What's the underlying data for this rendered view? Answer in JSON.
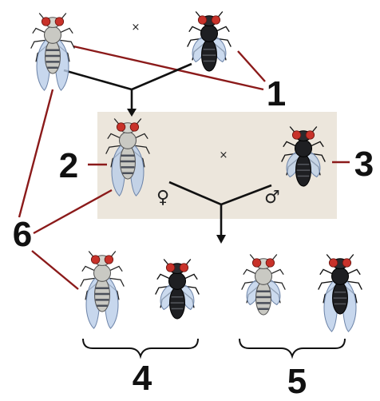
{
  "cross_symbols": [
    "×",
    "×"
  ],
  "sex_symbols": {
    "female": "♀",
    "male": "♂"
  },
  "labels": [
    "1",
    "2",
    "3",
    "4",
    "5",
    "6"
  ],
  "colors": {
    "gray_body": "#c9c9c3",
    "gray_stripe": "#4a4f5a",
    "black_body": "#1e1f22",
    "eye": "#c8322a",
    "wing_blue": "#b9cde8",
    "panel": "#ece6dc",
    "leader": "#8b1a1a",
    "arrow": "#111111"
  },
  "flies": [
    {
      "id": "p-gray",
      "body": "gray",
      "wings": "long"
    },
    {
      "id": "p-black",
      "body": "black",
      "wings": "short"
    },
    {
      "id": "f1-female",
      "body": "gray",
      "wings": "long"
    },
    {
      "id": "f1-male",
      "body": "black",
      "wings": "short"
    },
    {
      "id": "f2-gray-long",
      "body": "gray",
      "wings": "long"
    },
    {
      "id": "f2-black-short",
      "body": "black",
      "wings": "short"
    },
    {
      "id": "f2-gray-short",
      "body": "gray",
      "wings": "short"
    },
    {
      "id": "f2-black-long",
      "body": "black",
      "wings": "long"
    }
  ]
}
